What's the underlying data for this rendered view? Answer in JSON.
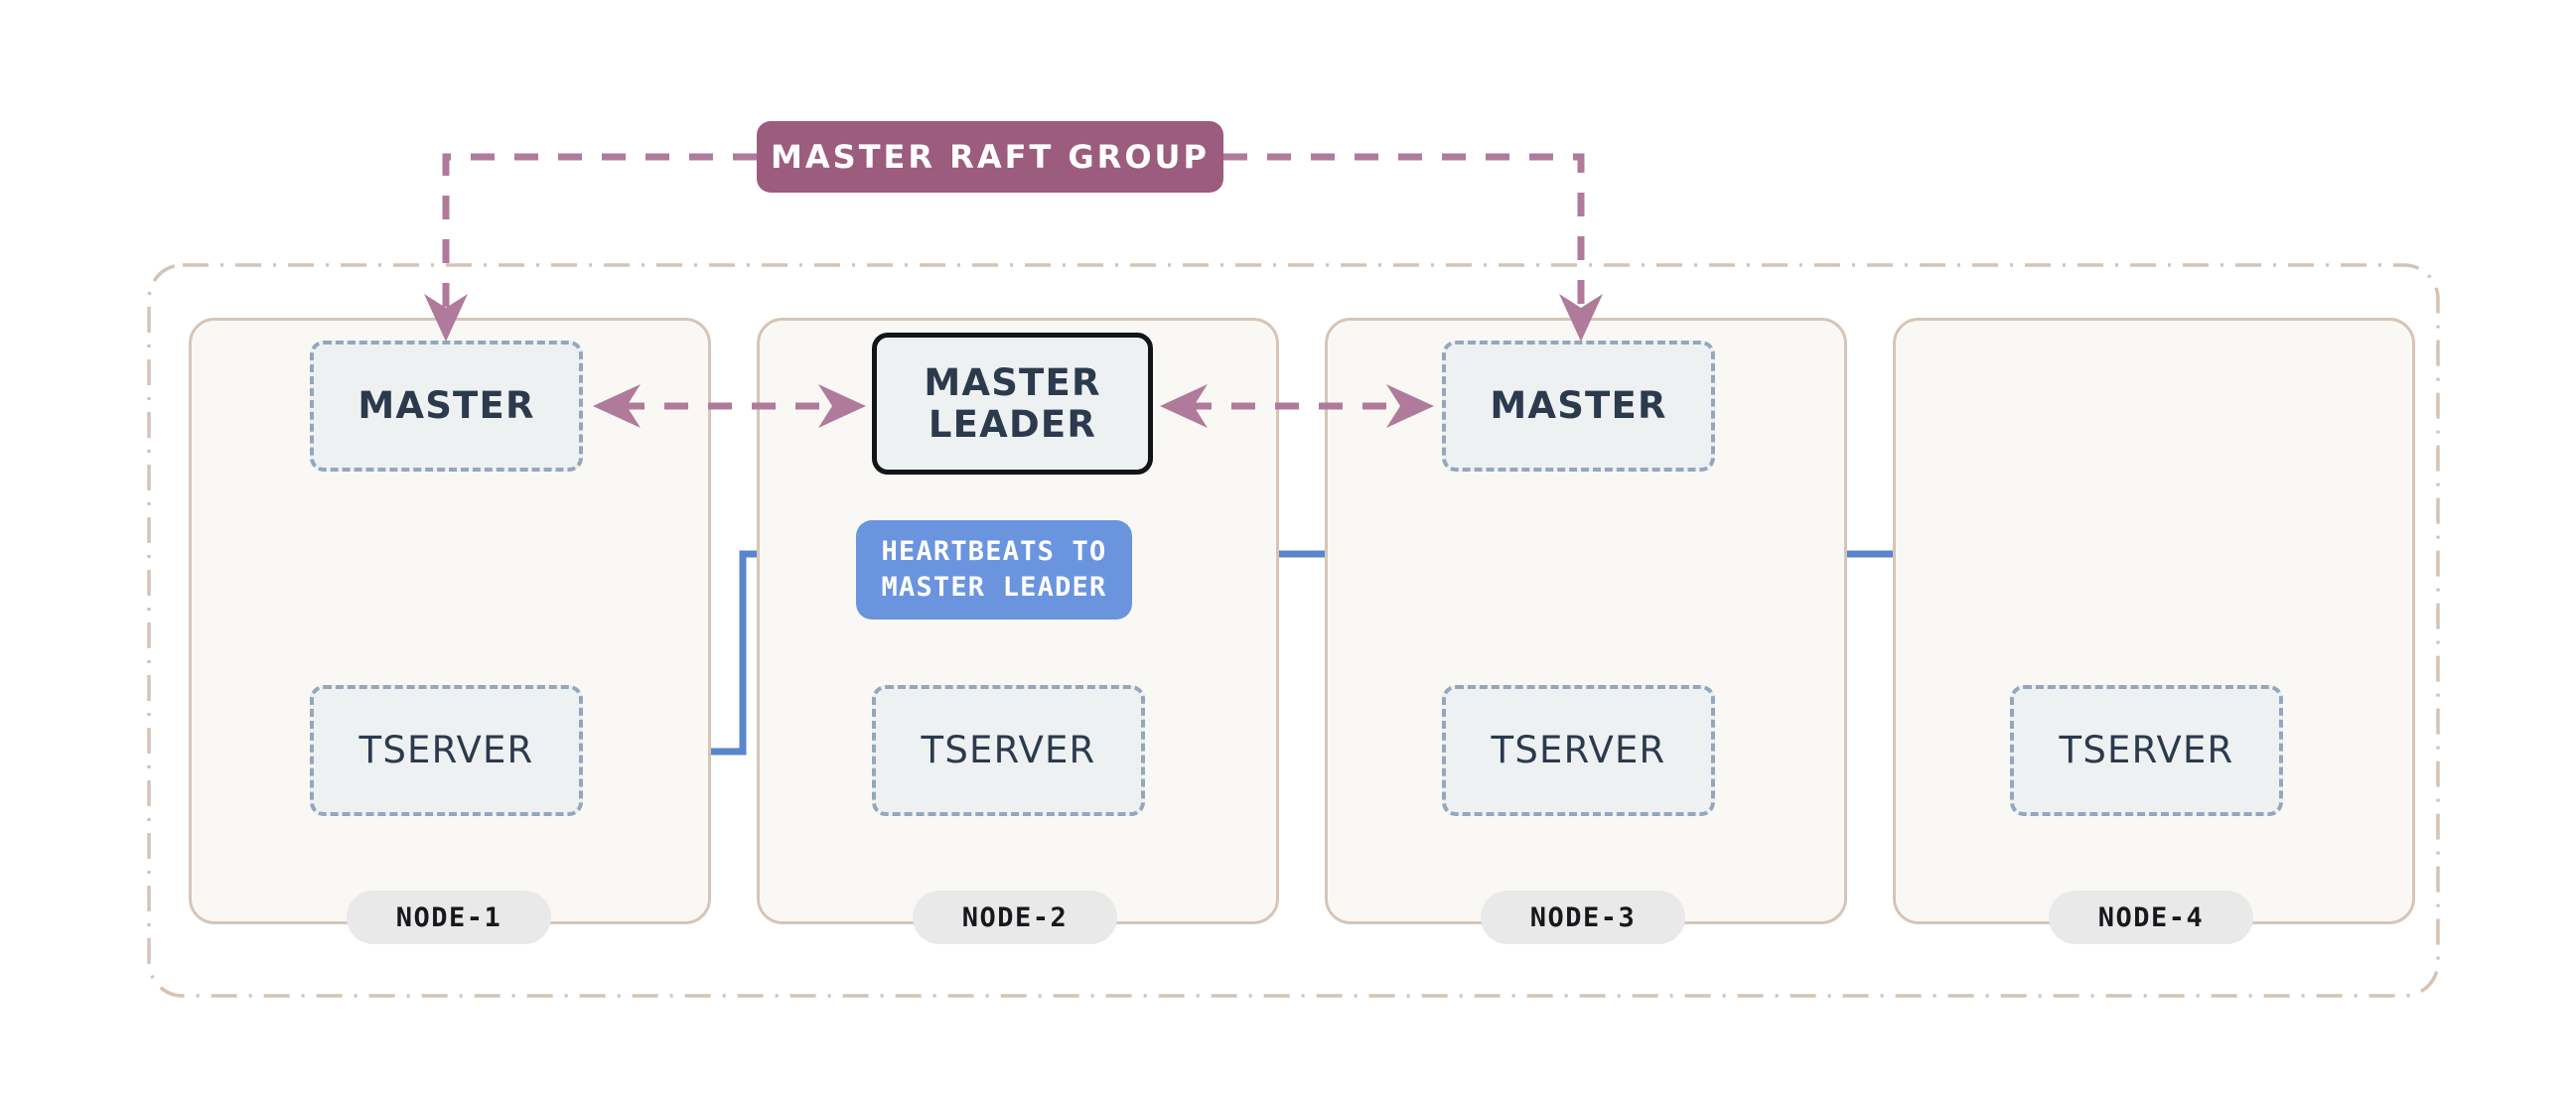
{
  "diagram": {
    "title": "YugabyteDB cluster master raft group and tserver heartbeats",
    "colors": {
      "page_background": "#ffffff",
      "cluster_border": "#d5c4b5",
      "node_fill": "#faf8f4",
      "node_border": "#d6c5b6",
      "component_fill": "#eef1f2",
      "component_border_dashed": "#93a7bd",
      "leader_border": "#111418",
      "component_text": "#2b3a4d",
      "raft_accent": "#9c5c7d",
      "heartbeat_accent": "#6b94de",
      "node_pill_fill": "#e9e9e9",
      "node_pill_text": "#16181b"
    },
    "raft_badge": {
      "label": "MASTER RAFT GROUP"
    },
    "heartbeat_callout": {
      "line1": "HEARTBEATS TO",
      "line2": "MASTER LEADER"
    },
    "nodes": [
      {
        "id": "node-1",
        "label": "NODE-1",
        "master": {
          "label": "MASTER",
          "role": "follower"
        },
        "tserver": {
          "label": "TSERVER"
        }
      },
      {
        "id": "node-2",
        "label": "NODE-2",
        "master": {
          "label_line1": "MASTER",
          "label_line2": "LEADER",
          "role": "leader"
        },
        "tserver": {
          "label": "TSERVER"
        }
      },
      {
        "id": "node-3",
        "label": "NODE-3",
        "master": {
          "label": "MASTER",
          "role": "follower"
        },
        "tserver": {
          "label": "TSERVER"
        }
      },
      {
        "id": "node-4",
        "label": "NODE-4",
        "master": null,
        "tserver": {
          "label": "TSERVER"
        }
      }
    ],
    "connections": {
      "raft": {
        "style": "dashed",
        "color": "#b07a9b",
        "description": "Master raft group links the badge to node-1 and node-3 masters, with bidirectional arrows between all three masters."
      },
      "heartbeats": {
        "style": "solid",
        "color": "#5a86cb",
        "description": "All four tservers route into the heartbeats callout, which feeds four arrows into the master leader."
      }
    }
  }
}
